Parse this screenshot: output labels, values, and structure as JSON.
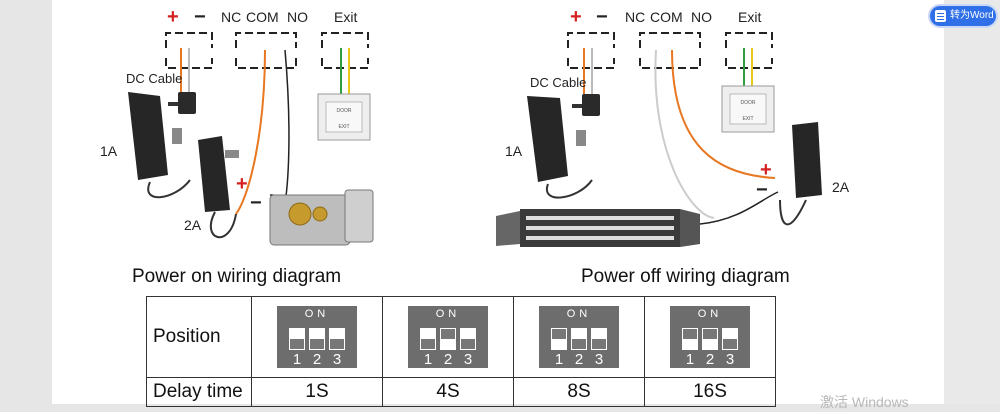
{
  "toolbar": {
    "convert_to_word": "转为Word"
  },
  "diagram_left": {
    "terminal_labels": {
      "plus": "+",
      "minus": "−",
      "nc": "NC",
      "com": "COM",
      "no": "NO",
      "exit": "Exit"
    },
    "dc_cable": "DC Cable",
    "adapter_1a": "1A",
    "adapter_2a": "2A",
    "plus_sign": "+",
    "minus_sign": "−"
  },
  "diagram_right": {
    "terminal_labels": {
      "plus": "+",
      "minus": "−",
      "nc": "NC",
      "com": "COM",
      "no": "NO",
      "exit": "Exit"
    },
    "dc_cable": "DC Cable",
    "adapter_1a": "1A",
    "adapter_2a": "2A",
    "plus_sign": "+",
    "minus_sign": "−"
  },
  "exit_button": {
    "top_text": "DOOR",
    "bottom_text": "EXIT"
  },
  "captions": {
    "power_on": "Power on wiring diagram",
    "power_off": "Power off wiring diagram"
  },
  "delay_table": {
    "row_position_label": "Position",
    "row_delay_label": "Delay time",
    "switch_on_label": "ON",
    "switch_numbers": [
      "1",
      "2",
      "3"
    ],
    "columns": [
      {
        "delay": "1S",
        "switches_on": [
          false,
          false,
          false
        ]
      },
      {
        "delay": "4S",
        "switches_on": [
          false,
          true,
          false
        ]
      },
      {
        "delay": "8S",
        "switches_on": [
          true,
          false,
          false
        ]
      },
      {
        "delay": "16S",
        "switches_on": [
          true,
          true,
          false
        ]
      }
    ]
  },
  "watermark": "激活 Windows",
  "colors": {
    "plus_red": "#d42020",
    "wire_orange": "#e87722",
    "wire_green": "#2e9e3e",
    "wire_yellow": "#e8c81a",
    "wire_black": "#222222",
    "word_button": "#2f6fe8"
  }
}
